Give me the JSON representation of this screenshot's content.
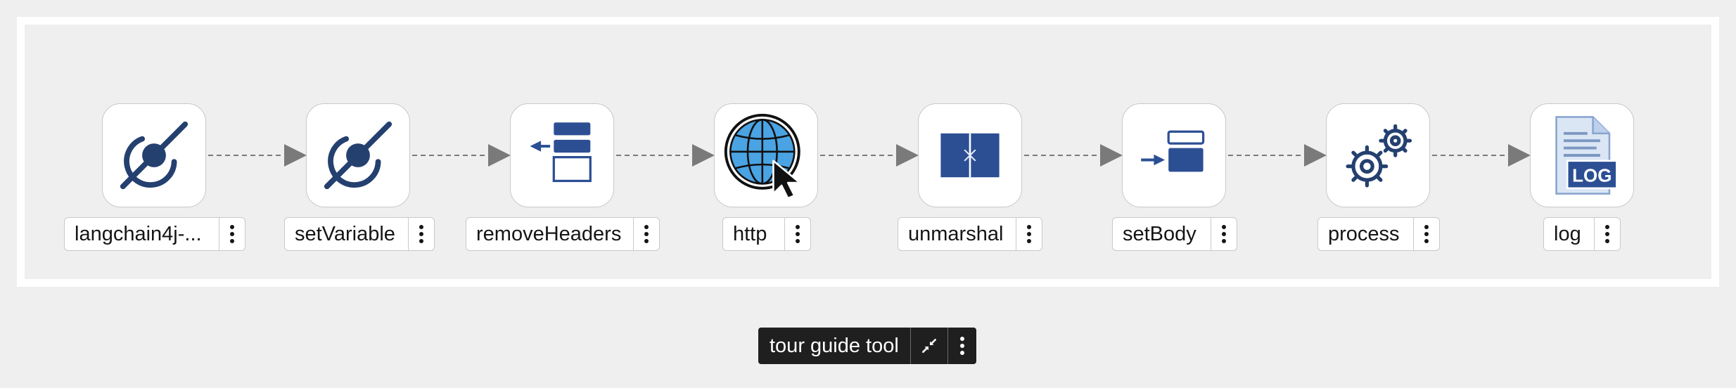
{
  "nodes": [
    {
      "label": "langchain4j-...",
      "icon": "langchain-icon"
    },
    {
      "label": "setVariable",
      "icon": "variable-icon"
    },
    {
      "label": "removeHeaders",
      "icon": "remove-headers-icon"
    },
    {
      "label": "http",
      "icon": "http-globe-icon"
    },
    {
      "label": "unmarshal",
      "icon": "unmarshal-icon"
    },
    {
      "label": "setBody",
      "icon": "set-body-icon"
    },
    {
      "label": "process",
      "icon": "gears-icon"
    },
    {
      "label": "log",
      "icon": "log-icon"
    }
  ],
  "toolbar": {
    "title": "tour guide tool",
    "collapse_icon": "collapse-arrows-icon",
    "menu_icon": "kebab-menu-icon"
  },
  "colors": {
    "icon_blue": "#2c4f94",
    "icon_navy": "#24406f",
    "globe_blue": "#4aa3e3",
    "edge": "#7a7a7a",
    "toolbar_bg": "#1f1f1f"
  }
}
